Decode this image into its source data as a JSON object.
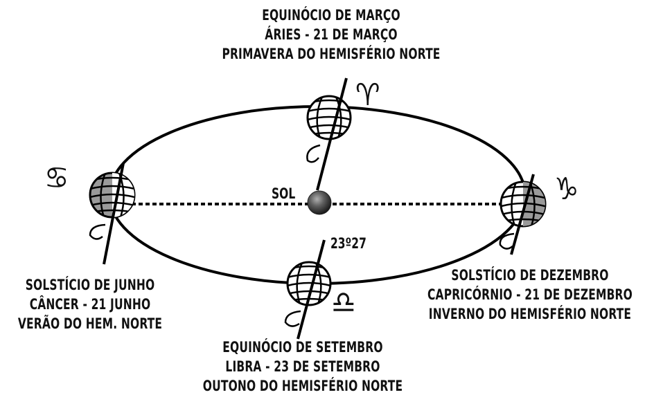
{
  "labels": {
    "march": [
      "EQUINÓCIO DE MARÇO",
      "ÁRIES - 21 DE MARÇO",
      "PRIMAVERA DO HEMISFÉRIO NORTE"
    ],
    "june": [
      "SOLSTÍCIO DE JUNHO",
      "CÂNCER - 21 JUNHO",
      "VERÃO DO HEM. NORTE"
    ],
    "december": [
      "SOLSTÍCIO DE DEZEMBRO",
      "CAPRICÓRNIO - 21 DE DEZEMBRO",
      "INVERNO DO HEMISFÉRIO NORTE"
    ],
    "september": [
      "EQUINÓCIO DE SETEMBRO",
      "LIBRA - 23 DE SETEMBRO",
      "OUTONO DO HEMISFÉRIO NORTE"
    ]
  },
  "sun_label": "SOL",
  "tilt_label": "23º27",
  "symbols": {
    "aries": "♈",
    "cancer": "♋",
    "capricorn": "♑",
    "libra": "♎"
  }
}
